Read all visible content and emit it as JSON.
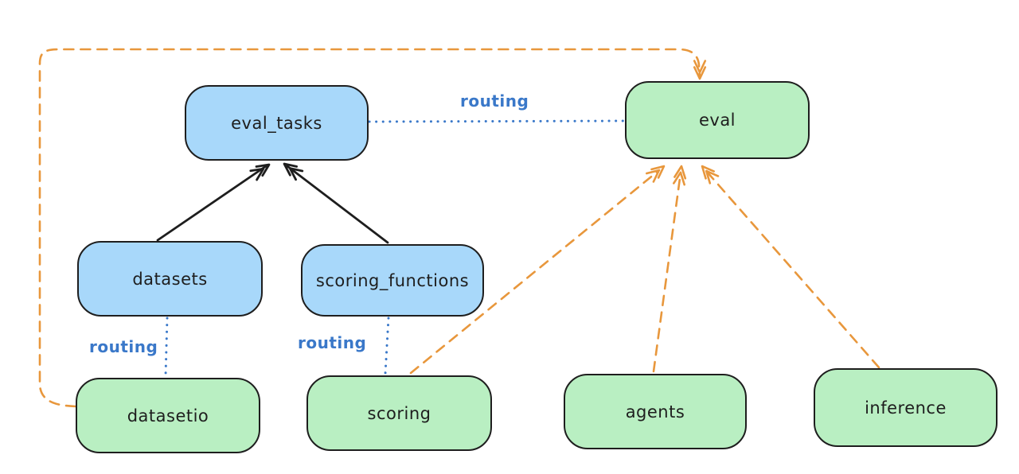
{
  "diagram": {
    "colors": {
      "background": "#ffffff",
      "stroke": "#1e1e1e",
      "blue_fill": "#a8d8fa",
      "green_fill": "#b9efc2",
      "routing_blue": "#3a78c9",
      "orange": "#e8973c"
    },
    "nodes": [
      {
        "id": "eval_tasks",
        "label": "eval_tasks",
        "color": "blue"
      },
      {
        "id": "eval",
        "label": "eval",
        "color": "green"
      },
      {
        "id": "datasets",
        "label": "datasets",
        "color": "blue"
      },
      {
        "id": "scoring_functions",
        "label": "scoring_functions",
        "color": "blue"
      },
      {
        "id": "datasetio",
        "label": "datasetio",
        "color": "green"
      },
      {
        "id": "scoring",
        "label": "scoring",
        "color": "green"
      },
      {
        "id": "agents",
        "label": "agents",
        "color": "green"
      },
      {
        "id": "inference",
        "label": "inference",
        "color": "green"
      }
    ],
    "edges": [
      {
        "from": "datasets",
        "to": "eval_tasks",
        "style": "solid",
        "color": "black",
        "label": ""
      },
      {
        "from": "scoring_functions",
        "to": "eval_tasks",
        "style": "solid",
        "color": "black",
        "label": ""
      },
      {
        "from": "eval_tasks",
        "to": "eval",
        "style": "dotted",
        "color": "blue",
        "label": "routing"
      },
      {
        "from": "datasets",
        "to": "datasetio",
        "style": "dotted",
        "color": "blue",
        "label": "routing"
      },
      {
        "from": "scoring_functions",
        "to": "scoring",
        "style": "dotted",
        "color": "blue",
        "label": "routing"
      },
      {
        "from": "datasetio",
        "to": "eval",
        "style": "dashed",
        "color": "orange",
        "label": ""
      },
      {
        "from": "scoring",
        "to": "eval",
        "style": "dashed",
        "color": "orange",
        "label": ""
      },
      {
        "from": "agents",
        "to": "eval",
        "style": "dashed",
        "color": "orange",
        "label": ""
      },
      {
        "from": "inference",
        "to": "eval",
        "style": "dashed",
        "color": "orange",
        "label": ""
      }
    ]
  }
}
